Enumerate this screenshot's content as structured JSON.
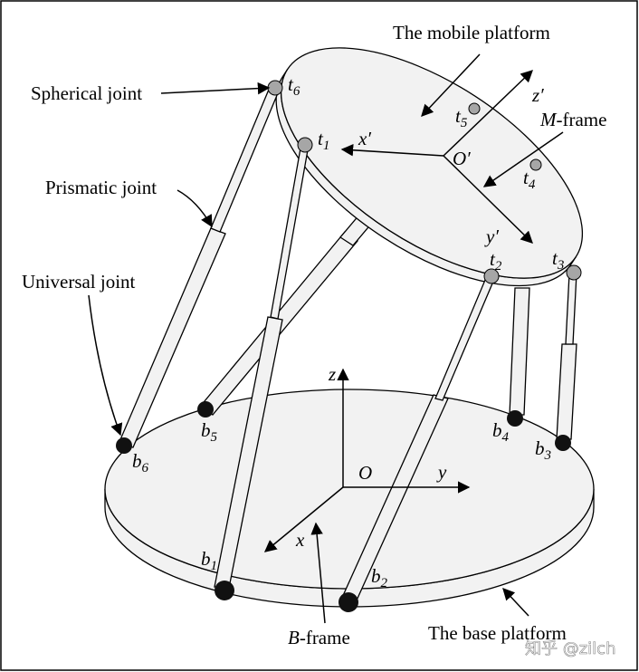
{
  "labels": {
    "mobile_platform": "The mobile platform",
    "spherical_joint": "Spherical joint",
    "prismatic_joint": "Prismatic joint",
    "universal_joint": "Universal joint",
    "m_frame_letter": "M",
    "m_frame_suffix": "-frame",
    "b_frame_letter": "B",
    "b_frame_suffix": "-frame",
    "base_platform": "The base platform"
  },
  "axes": {
    "mobile": {
      "x": "x′",
      "y": "y′",
      "z": "z′",
      "origin": "O′"
    },
    "base": {
      "x": "x",
      "y": "y",
      "z": "z",
      "origin": "O"
    }
  },
  "top_joints": [
    {
      "letter": "t",
      "sub": "1"
    },
    {
      "letter": "t",
      "sub": "2"
    },
    {
      "letter": "t",
      "sub": "3"
    },
    {
      "letter": "t",
      "sub": "4"
    },
    {
      "letter": "t",
      "sub": "5"
    },
    {
      "letter": "t",
      "sub": "6"
    }
  ],
  "bottom_joints": [
    {
      "letter": "b",
      "sub": "1"
    },
    {
      "letter": "b",
      "sub": "2"
    },
    {
      "letter": "b",
      "sub": "3"
    },
    {
      "letter": "b",
      "sub": "4"
    },
    {
      "letter": "b",
      "sub": "5"
    },
    {
      "letter": "b",
      "sub": "6"
    }
  ],
  "watermark": "知乎 @zilch",
  "colors": {
    "platform": "#f2f2f2",
    "spherical_joint": "#a6a6a6",
    "universal_joint": "#111111"
  }
}
